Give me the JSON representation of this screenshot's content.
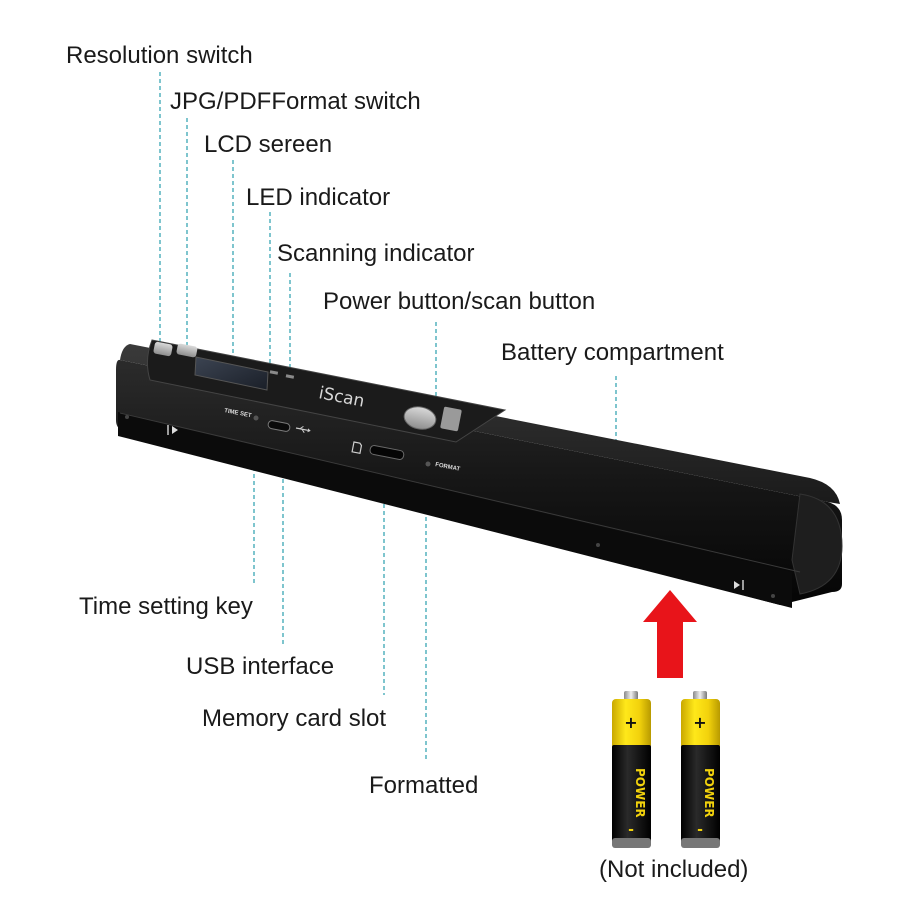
{
  "labels": {
    "resolution_switch": "Resolution switch",
    "format_switch": "JPG/PDFFormat switch",
    "lcd_screen": "LCD sereen",
    "led_indicator": "LED indicator",
    "scanning_indicator": "Scanning indicator",
    "power_button": "Power button/scan button",
    "battery_compartment": "Battery compartment",
    "time_setting_key": "Time setting key",
    "usb_interface": "USB interface",
    "memory_card_slot": "Memory card slot",
    "formatted": "Formatted",
    "not_included": "(Not included)"
  },
  "device": {
    "brand": "iScan",
    "time_set_text": "TIME SET",
    "format_text": "FORMAT"
  },
  "battery": {
    "text": "POWER",
    "plus": "+",
    "minus": "-"
  },
  "colors": {
    "leader_line": "#3aa6b4",
    "arrow": "#e8141a",
    "battery_yellow": "#f2d20c",
    "battery_black": "#111111",
    "scanner_body": "#141414"
  },
  "icons": [
    "usb-icon",
    "sd-card-icon",
    "play-arrow-icon",
    "up-arrow-icon"
  ]
}
